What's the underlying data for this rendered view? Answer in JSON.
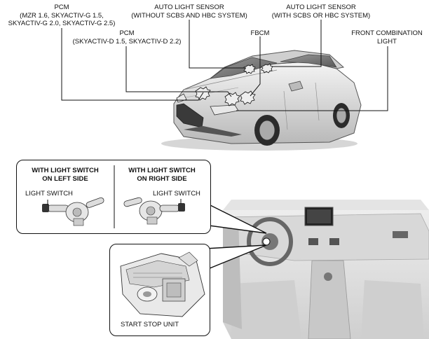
{
  "labels": {
    "pcm_gas": {
      "line1": "PCM",
      "line2": "(MZR 1.6, SKYACTIV-G 1.5,",
      "line3": "SKYACTIV-G 2.0, SKYACTIV-G 2.5)"
    },
    "auto_light_without": {
      "line1": "AUTO LIGHT SENSOR",
      "line2": "(WITHOUT SCBS AND HBC SYSTEM)"
    },
    "auto_light_with": {
      "line1": "AUTO LIGHT SENSOR",
      "line2": "(WITH SCBS OR HBC SYSTEM)"
    },
    "pcm_diesel": {
      "line1": "PCM",
      "line2": "(SKYACTIV-D 1.5, SKYACTIV-D 2.2)"
    },
    "fbcm": "FBCM",
    "front_combination": {
      "line1": "FRONT COMBINATION",
      "line2": "LIGHT"
    },
    "left_side": {
      "line1": "WITH LIGHT SWITCH",
      "line2": "ON LEFT SIDE",
      "switch": "LIGHT SWITCH"
    },
    "right_side": {
      "line1": "WITH LIGHT SWITCH",
      "line2": "ON RIGHT SIDE",
      "switch": "LIGHT SWITCH"
    },
    "start_stop": "START STOP UNIT"
  }
}
